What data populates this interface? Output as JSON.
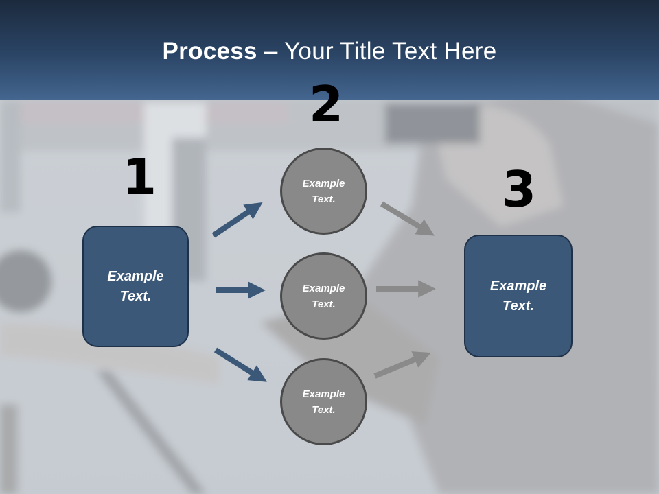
{
  "title": {
    "bold": "Process",
    "rest": " – Your Title Text Here"
  },
  "steps": {
    "one": "1",
    "two": "2",
    "three": "3"
  },
  "left_box": {
    "line1": "Example",
    "line2": "Text."
  },
  "right_box": {
    "line1": "Example",
    "line2": "Text."
  },
  "circles": [
    {
      "line1": "Example",
      "line2": "Text."
    },
    {
      "line1": "Example",
      "line2": "Text."
    },
    {
      "line1": "Example",
      "line2": "Text."
    }
  ],
  "colors": {
    "box_fill": "#3b5878",
    "circle_fill": "#898989",
    "blue_arrow": "#3b5878",
    "gray_arrow": "#8a8a8a"
  }
}
